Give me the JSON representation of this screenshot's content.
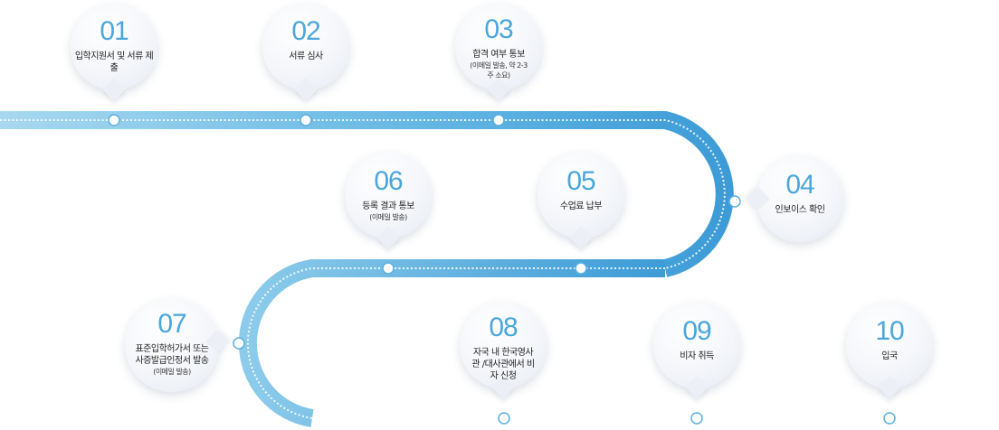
{
  "steps": [
    {
      "num": "01",
      "label": "입학지원서 및 서류 제출",
      "sub": ""
    },
    {
      "num": "02",
      "label": "서류 심사",
      "sub": ""
    },
    {
      "num": "03",
      "label": "합격 여부 통보",
      "sub": "(이메일 발송, 약 2-3주 소요)"
    },
    {
      "num": "04",
      "label": "인보이스 확인",
      "sub": ""
    },
    {
      "num": "05",
      "label": "수업료 납부",
      "sub": ""
    },
    {
      "num": "06",
      "label": "등록 결과 통보",
      "sub": "(이메일 발송)"
    },
    {
      "num": "07",
      "label": "표준입학허가서 또는 사증발급인정서 발송",
      "sub": "(이메일 발송)"
    },
    {
      "num": "08",
      "label": "자국 내 한국영사관 /대사관에서 비자 신청",
      "sub": ""
    },
    {
      "num": "09",
      "label": "비자 취득",
      "sub": ""
    },
    {
      "num": "10",
      "label": "입국",
      "sub": ""
    }
  ],
  "colors": {
    "road_light": "#a8d8ef",
    "road_mid": "#3d9bd6",
    "road_dark": "#2a5fbf",
    "number": "#4aa6dc"
  }
}
